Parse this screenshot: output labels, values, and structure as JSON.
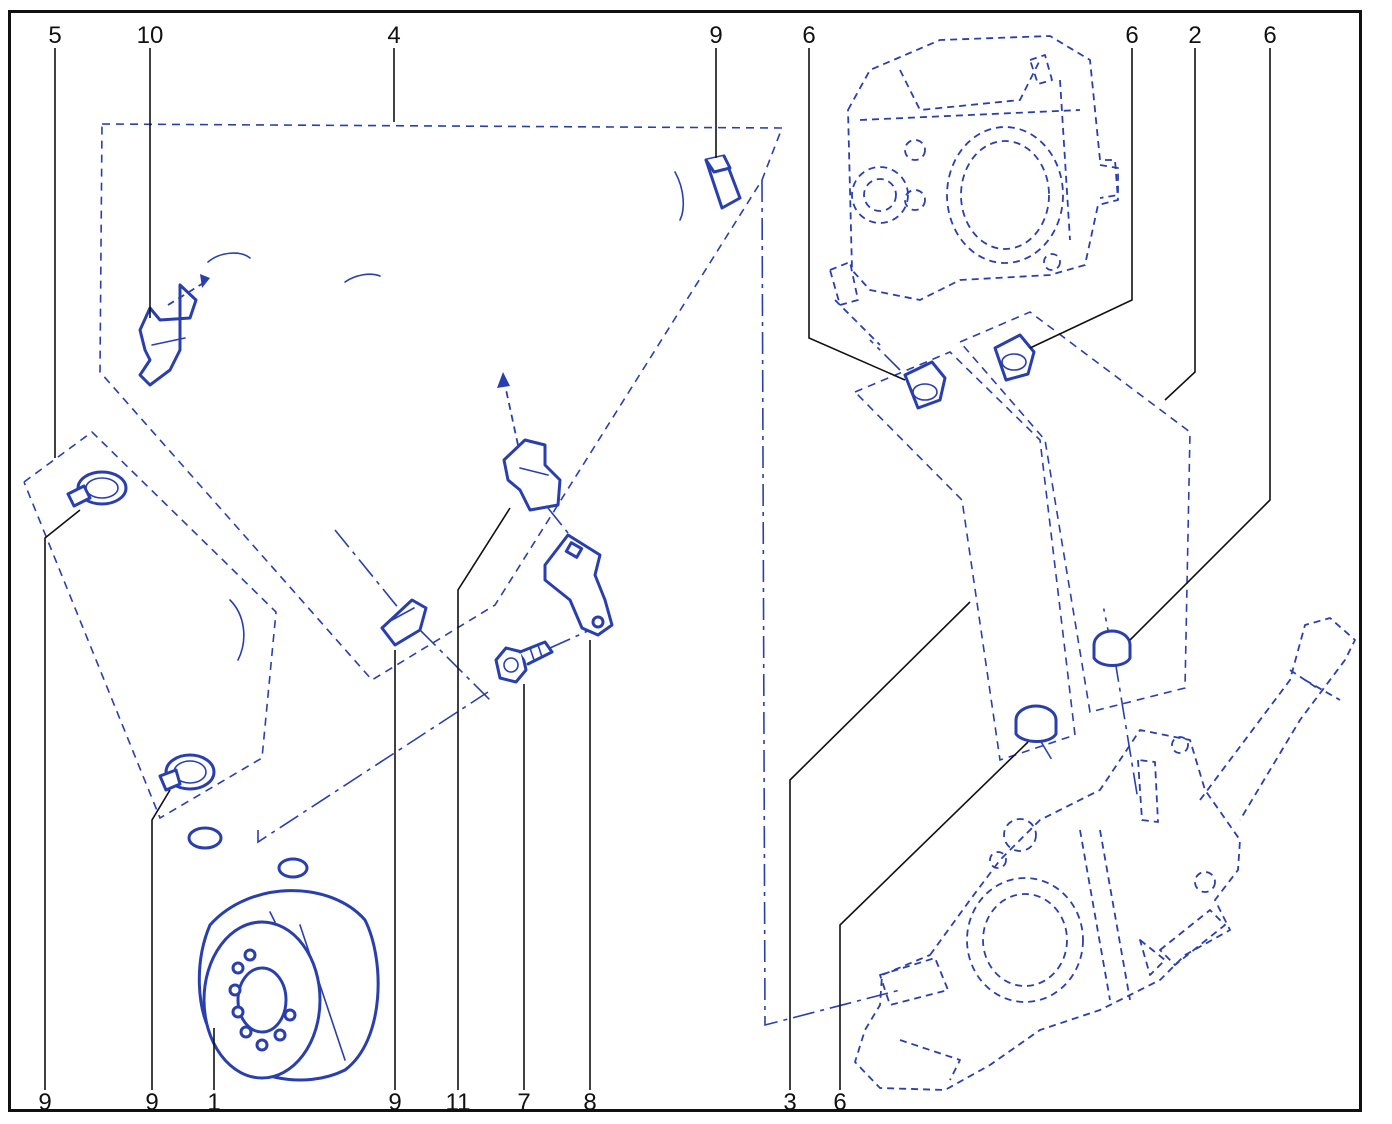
{
  "diagram": {
    "colors": {
      "line_art": "#2a3fae",
      "callouts": "#111111",
      "frame": "#111111",
      "background": "#ffffff"
    },
    "callouts": {
      "top": [
        {
          "id": "t5",
          "label": "5"
        },
        {
          "id": "t10",
          "label": "10"
        },
        {
          "id": "t4",
          "label": "4"
        },
        {
          "id": "t9",
          "label": "9"
        },
        {
          "id": "t6a",
          "label": "6"
        },
        {
          "id": "t6b",
          "label": "6"
        },
        {
          "id": "t2",
          "label": "2"
        },
        {
          "id": "t6c",
          "label": "6"
        }
      ],
      "bottom": [
        {
          "id": "b9a",
          "label": "9"
        },
        {
          "id": "b9b",
          "label": "9"
        },
        {
          "id": "b1",
          "label": "1"
        },
        {
          "id": "b9c",
          "label": "9"
        },
        {
          "id": "b11",
          "label": "11"
        },
        {
          "id": "b7",
          "label": "7"
        },
        {
          "id": "b8",
          "label": "8"
        },
        {
          "id": "b3",
          "label": "3"
        },
        {
          "id": "b6",
          "label": "6"
        }
      ]
    }
  }
}
